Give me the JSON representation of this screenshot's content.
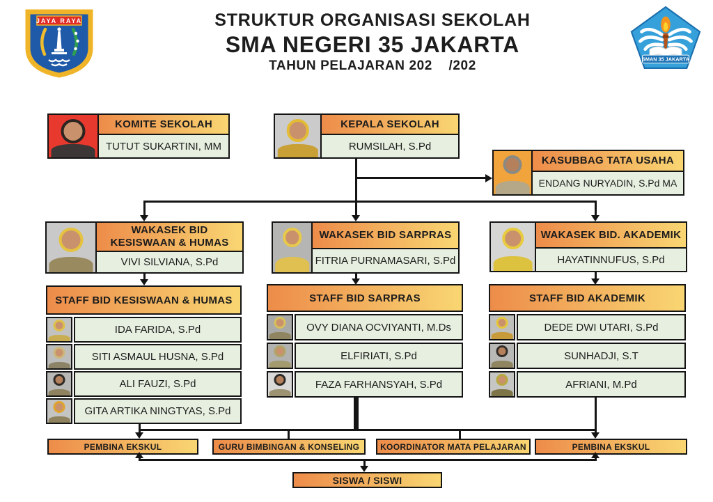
{
  "palette": {
    "background": "#FFFFFF",
    "header_gradient_start": "#ED8C4A",
    "header_gradient_end": "#F9D672",
    "name_box_green": "#E7F0E0",
    "line_color": "#141414"
  },
  "title": {
    "line1": "STRUKTUR ORGANISASI SEKOLAH",
    "line2": "SMA NEGERI 35 JAKARTA",
    "line3": "TAHUN PELAJARAN 202    /202"
  },
  "logos": {
    "jakarta": {
      "banner": "JAYA RAYA",
      "shield_blue": "#1F5AA8",
      "border_gold": "#F0B428",
      "banner_red": "#E02B26",
      "wreath_yellow": "#EEBC2C",
      "wreath_green": "#2F9E4E"
    },
    "sman35": {
      "ribbon": "SMAN 35 JAKARTA",
      "pentagon_blue": "#35A0DA",
      "flame_orange": "#F6941E",
      "flame_yellow": "#FCD22E"
    }
  },
  "org": {
    "komite": {
      "title": "KOMITE SEKOLAH",
      "name": "TUTUT SUKARTINI, MM",
      "avatar": {
        "bg": "#E8392E",
        "wrap": "#2C2420",
        "skin": "#C9926C",
        "shirt": "#3C3636"
      }
    },
    "kepala": {
      "title": "KEPALA SEKOLAH",
      "name": "RUMSILAH, S.Pd",
      "avatar": {
        "bg": "#CBCBCB",
        "wrap": "#E3BB35",
        "skin": "#C9926C",
        "shirt": "#C9A035"
      }
    },
    "kasubbag": {
      "title": "KASUBBAG TATA USAHA",
      "name": "ENDANG NURYADIN, S.Pd MA",
      "avatar": {
        "bg": "#F2A43C",
        "wrap": "#8A8A85",
        "skin": "#B5815C",
        "shirt": "#B5A888"
      }
    },
    "wakasek": [
      {
        "title": "WAKASEK BID\nKESISWAAN & HUMAS",
        "name": "VIVI SILVIANA, S.Pd",
        "avatar": {
          "bg": "#C9C9C9",
          "wrap": "#E5C23F",
          "skin": "#C9926C",
          "shirt": "#9A8A60"
        }
      },
      {
        "title": "WAKASEK BID SARPRAS",
        "name": "FITRIA PURNAMASARI, S.Pd",
        "avatar": {
          "bg": "#B5B5B3",
          "wrap": "#E8C94A",
          "skin": "#C9926C",
          "shirt": "#DFC050"
        }
      },
      {
        "title": "WAKASEK BID. AKADEMIK",
        "name": "HAYATINNUFUS, S.Pd",
        "avatar": {
          "bg": "#D6D6D4",
          "wrap": "#E8CB3E",
          "skin": "#C9926C",
          "shirt": "#DCC23E"
        }
      }
    ],
    "staff": [
      {
        "title": "STAFF BID KESISWAAN & HUMAS",
        "members": [
          {
            "name": "IDA FARIDA, S.Pd",
            "avatar": {
              "bg": "#C2C2C0",
              "wrap": "#DFC14A",
              "skin": "#C9926C",
              "shirt": "#C9AD52"
            }
          },
          {
            "name": "SITI ASMAUL HUSNA, S.Pd",
            "avatar": {
              "bg": "#BDBDBB",
              "wrap": "#CDB77A",
              "skin": "#C9926C",
              "shirt": "#8D8468"
            }
          },
          {
            "name": "ALI FAUZI, S.Pd",
            "avatar": {
              "bg": "#B8B8B6",
              "wrap": "#2E2A26",
              "skin": "#B5815C",
              "shirt": "#8F835F"
            }
          },
          {
            "name": "GITA ARTIKA NINGTYAS, S.Pd",
            "avatar": {
              "bg": "#C4C4C2",
              "wrap": "#E0A42E",
              "skin": "#C9926C",
              "shirt": "#8F835F"
            }
          }
        ]
      },
      {
        "title": "STAFF BID SARPRAS",
        "members": [
          {
            "name": "OVY DIANA OCVIYANTI, M.Ds",
            "avatar": {
              "bg": "#A9A9A7",
              "wrap": "#D8C05C",
              "skin": "#C9926C",
              "shirt": "#8F8560"
            }
          },
          {
            "name": "ELFIRIATI, S.Pd",
            "avatar": {
              "bg": "#B2B2B0",
              "wrap": "#B0A568",
              "skin": "#C9926C",
              "shirt": "#A39A6E"
            }
          },
          {
            "name": "FAZA FARHANSYAH, S.Pd",
            "avatar": {
              "bg": "#D9D9D7",
              "wrap": "#2E2A26",
              "skin": "#B5815C",
              "shirt": "#9C9272"
            }
          }
        ]
      },
      {
        "title": "STAFF BID AKADEMIK",
        "members": [
          {
            "name": "DEDE DWI UTARI, S.Pd",
            "avatar": {
              "bg": "#BFBFBD",
              "wrap": "#E6C63C",
              "skin": "#C9926C",
              "shirt": "#C79A3A"
            }
          },
          {
            "name": "SUNHADJI, S.T",
            "avatar": {
              "bg": "#B9B9B7",
              "wrap": "#332E29",
              "skin": "#B5815C",
              "shirt": "#8F8560"
            }
          },
          {
            "name": "AFRIANI, M.Pd",
            "avatar": {
              "bg": "#C6C6C4",
              "wrap": "#B7A93F",
              "skin": "#C9926C",
              "shirt": "#7D7548"
            }
          }
        ]
      }
    ],
    "bottom": [
      {
        "label": "PEMBINA EKSKUL"
      },
      {
        "label": "GURU BIMBINGAN & KONSELING"
      },
      {
        "label": "KOORDINATOR MATA PELAJARAN"
      },
      {
        "label": "PEMBINA EKSKUL"
      }
    ],
    "siswa": {
      "label": "SISWA / SISWI"
    }
  }
}
